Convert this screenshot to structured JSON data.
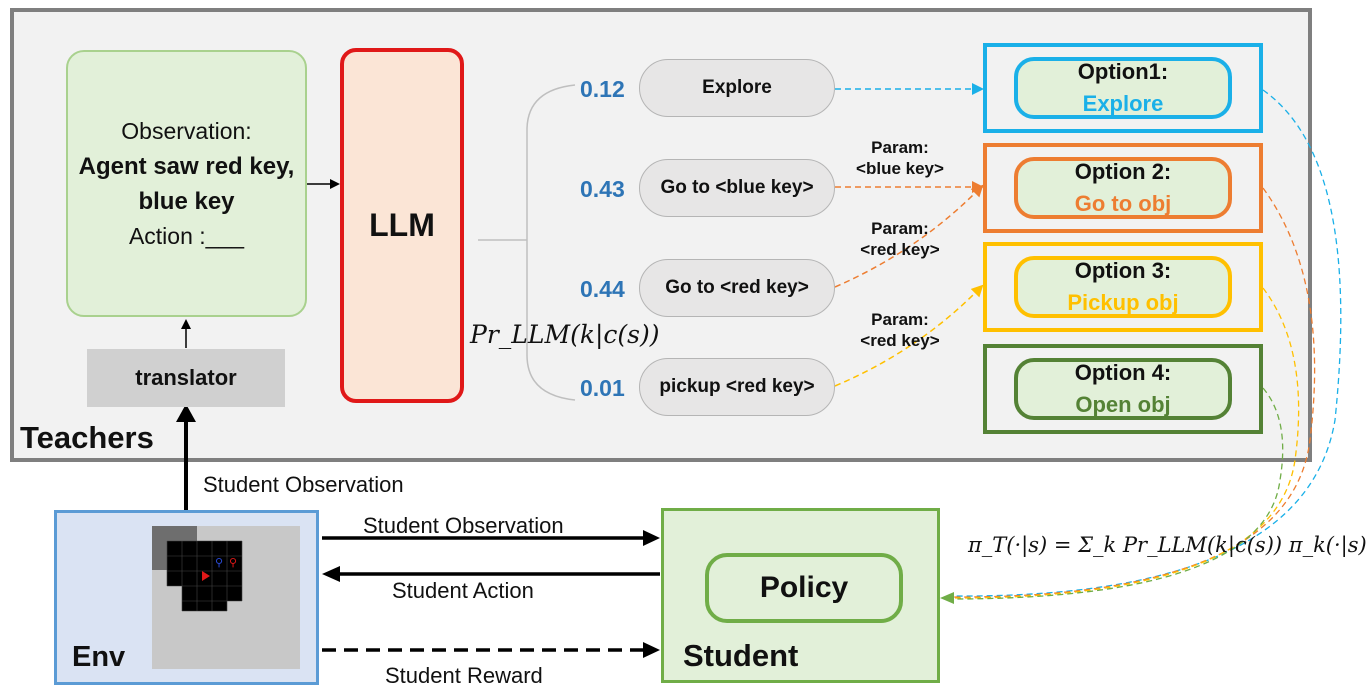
{
  "teachers": {
    "label": "Teachers",
    "observation": {
      "heading": "Observation:",
      "line1": "Agent saw red key,",
      "line2": "blue key",
      "action": "Action :___"
    },
    "llm_label": "LLM",
    "translator_label": "translator",
    "prob_formula": "Pr_LLM(k|c(s))",
    "candidates": [
      {
        "prob": "0.12",
        "label": "Explore"
      },
      {
        "prob": "0.43",
        "label": "Go to <blue key>"
      },
      {
        "prob": "0.44",
        "label": "Go to <red key>"
      },
      {
        "prob": "0.01",
        "label": "pickup <red key>"
      }
    ],
    "params": [
      {
        "line1": "Param:",
        "line2": "<blue key>"
      },
      {
        "line1": "Param:",
        "line2": "<red key>"
      },
      {
        "line1": "Param:",
        "line2": "<red key>"
      }
    ],
    "options": [
      {
        "title": "Option1:",
        "name": "Explore",
        "color": "#1ab0e8"
      },
      {
        "title": "Option 2:",
        "name": "Go to obj",
        "color": "#ed7d31"
      },
      {
        "title": "Option 3:",
        "name": "Pickup obj",
        "color": "#ffc000"
      },
      {
        "title": "Option 4:",
        "name": "Open obj",
        "color": "#548235"
      }
    ]
  },
  "env": {
    "label": "Env"
  },
  "student": {
    "label": "Student",
    "policy_label": "Policy"
  },
  "flows": {
    "obs_to_translator": "Student Observation",
    "env_to_student_obs": "Student Observation",
    "student_action": "Student Action",
    "student_reward": "Student Reward"
  },
  "policy_formula": "π_T(·|s) = Σ_k Pr_LLM(k|c(s)) π_k(·|s)",
  "colors": {
    "llm_border": "#e01818",
    "prob_text": "#2e75b6",
    "env_border": "#5b9bd5",
    "student_border": "#70ad47"
  }
}
